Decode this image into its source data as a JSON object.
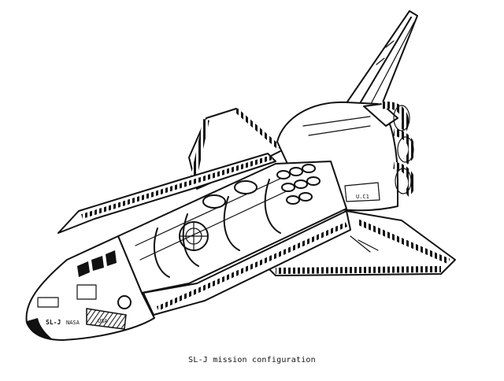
{
  "caption": "SL-J mission configuration",
  "colors": {
    "ink": "#111111",
    "paper": "#ffffff"
  },
  "hull_markings": [
    "SL-J",
    "NASA",
    "USA"
  ]
}
